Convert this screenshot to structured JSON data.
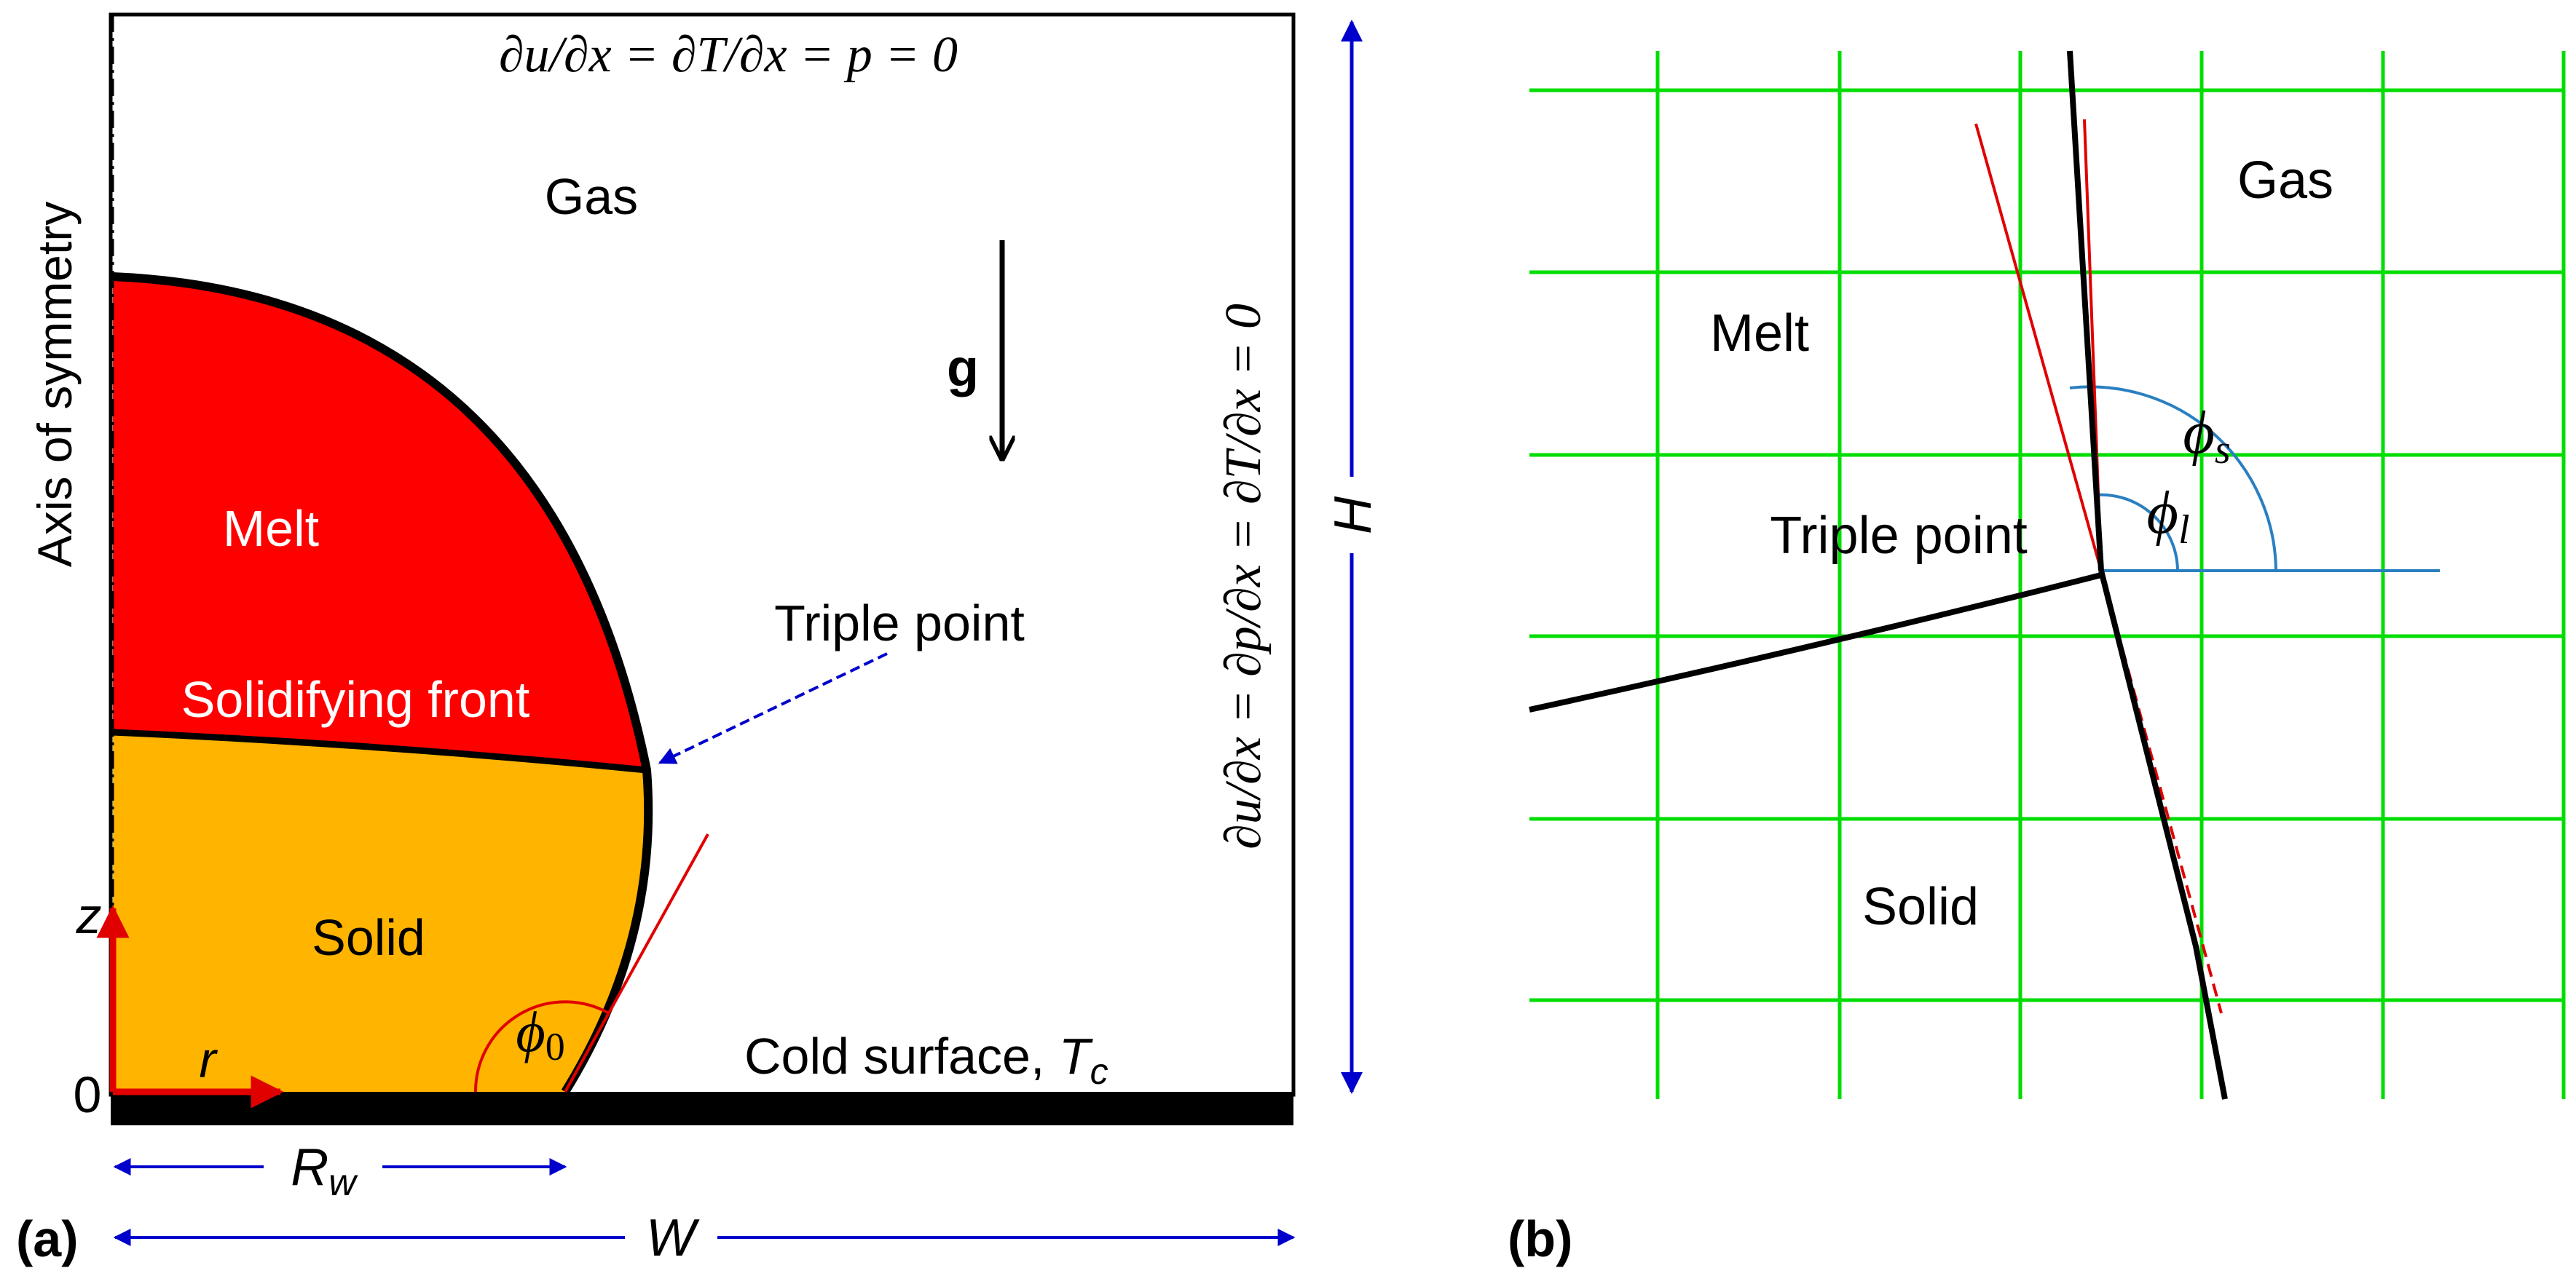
{
  "panel_a": {
    "panel_label": "(a)",
    "top_bc": "∂u/∂x = ∂T/∂x = p = 0",
    "right_bc": "∂u/∂x = ∂p/∂x = ∂T/∂x = 0",
    "axis_label": "Axis of symmetry",
    "region_gas": "Gas",
    "region_melt": "Melt",
    "front_label": "Solidifying front",
    "region_solid": "Solid",
    "triple_point": "Triple point",
    "gravity": "g",
    "height": "H",
    "width": "W",
    "radius": "R",
    "radius_sub": "w",
    "z_axis": "z",
    "r_axis": "r",
    "origin": "0",
    "angle": "ϕ",
    "angle_sub": "0",
    "cold_surface": "Cold surface, ",
    "temp_symbol": "T",
    "temp_sub": "c",
    "colors": {
      "melt": "#ff0000",
      "solid": "#ffb400",
      "dimension": "#0000cc",
      "tangent": "#e00000"
    }
  },
  "panel_b": {
    "panel_label": "(b)",
    "region_gas": "Gas",
    "region_melt": "Melt",
    "triple_point": "Triple point",
    "region_solid": "Solid",
    "angle_s": "ϕ",
    "angle_s_sub": "s",
    "angle_l": "ϕ",
    "angle_l_sub": "l",
    "colors": {
      "grid": "#00dd00",
      "angle_arc": "#2a7fc1",
      "tangent": "#e00000"
    }
  }
}
